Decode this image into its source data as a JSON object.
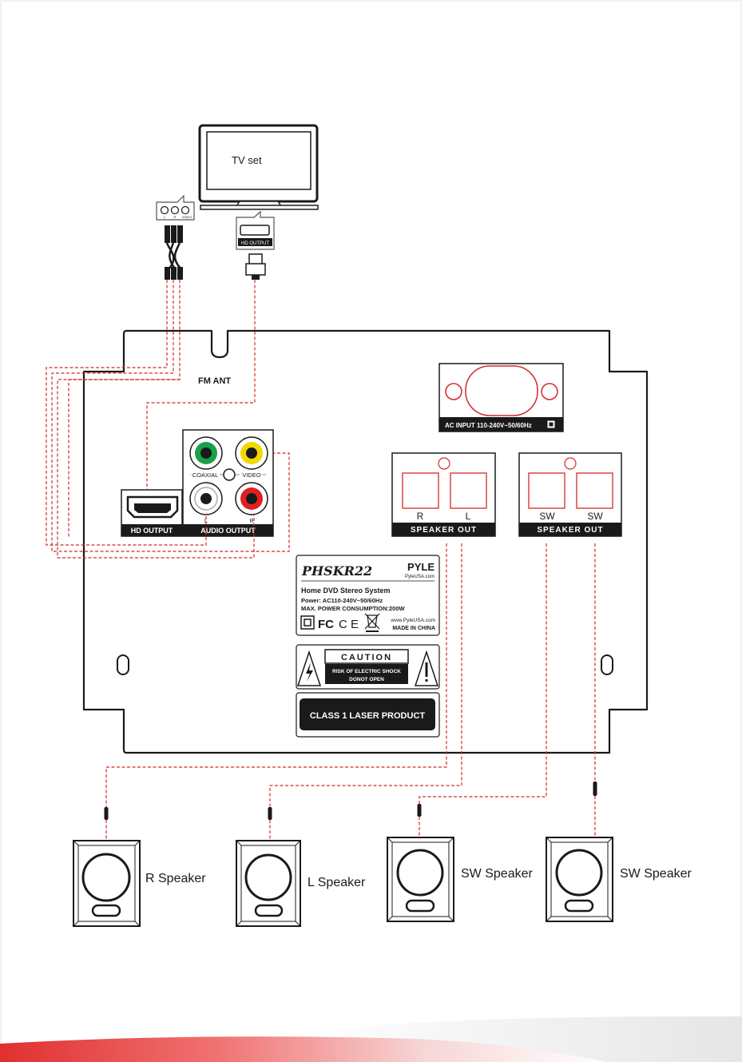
{
  "tv": {
    "label": "TV set"
  },
  "tv_hdmi_label": "HD OUTPUT",
  "rca_jack_labels": [
    "L",
    "R",
    "VIDEO"
  ],
  "panel": {
    "fm_ant": "FM ANT",
    "ac_input": "AC INPUT 110-240V~50/60Hz",
    "hd_output": "HD OUTPUT",
    "coaxial": "COAXIAL",
    "video": "VIDEO",
    "audio_output": "AUDIO  OUTPUT",
    "audio_l": "L",
    "audio_r": "R",
    "speaker_out": "SPEAKER  OUT",
    "spk_r": "R",
    "spk_l": "L",
    "spk_sw1": "SW",
    "spk_sw2": "SW"
  },
  "rating": {
    "model": "PHSKR22",
    "brand": "PYLE",
    "brand_url": "PyleUSA.com",
    "product": "Home DVD Stereo System",
    "power": "Power: AC110-240V~50/60Hz",
    "consumption": "MAX. POWER CONSUMPTION:200W",
    "fc": "FC",
    "ce": "C E",
    "website": "www.PyleUSA.com",
    "made_in": "MADE IN CHINA"
  },
  "caution": {
    "title": "CAUTION",
    "line1": "RISK OF ELECTRIC SHOCK",
    "line2": "DONOT OPEN"
  },
  "laser": {
    "label": "CLASS 1 LASER PRODUCT"
  },
  "speakers": [
    {
      "label": "R Speaker"
    },
    {
      "label": "L Speaker"
    },
    {
      "label": "SW Speaker"
    },
    {
      "label": "SW Speaker"
    }
  ],
  "colors": {
    "wire": "#d42a2a",
    "outline": "#1a1a1a",
    "panel_fill": "#ffffff",
    "jack_green": "#1aa04a",
    "jack_yellow": "#f0d800",
    "jack_red": "#e02020"
  }
}
